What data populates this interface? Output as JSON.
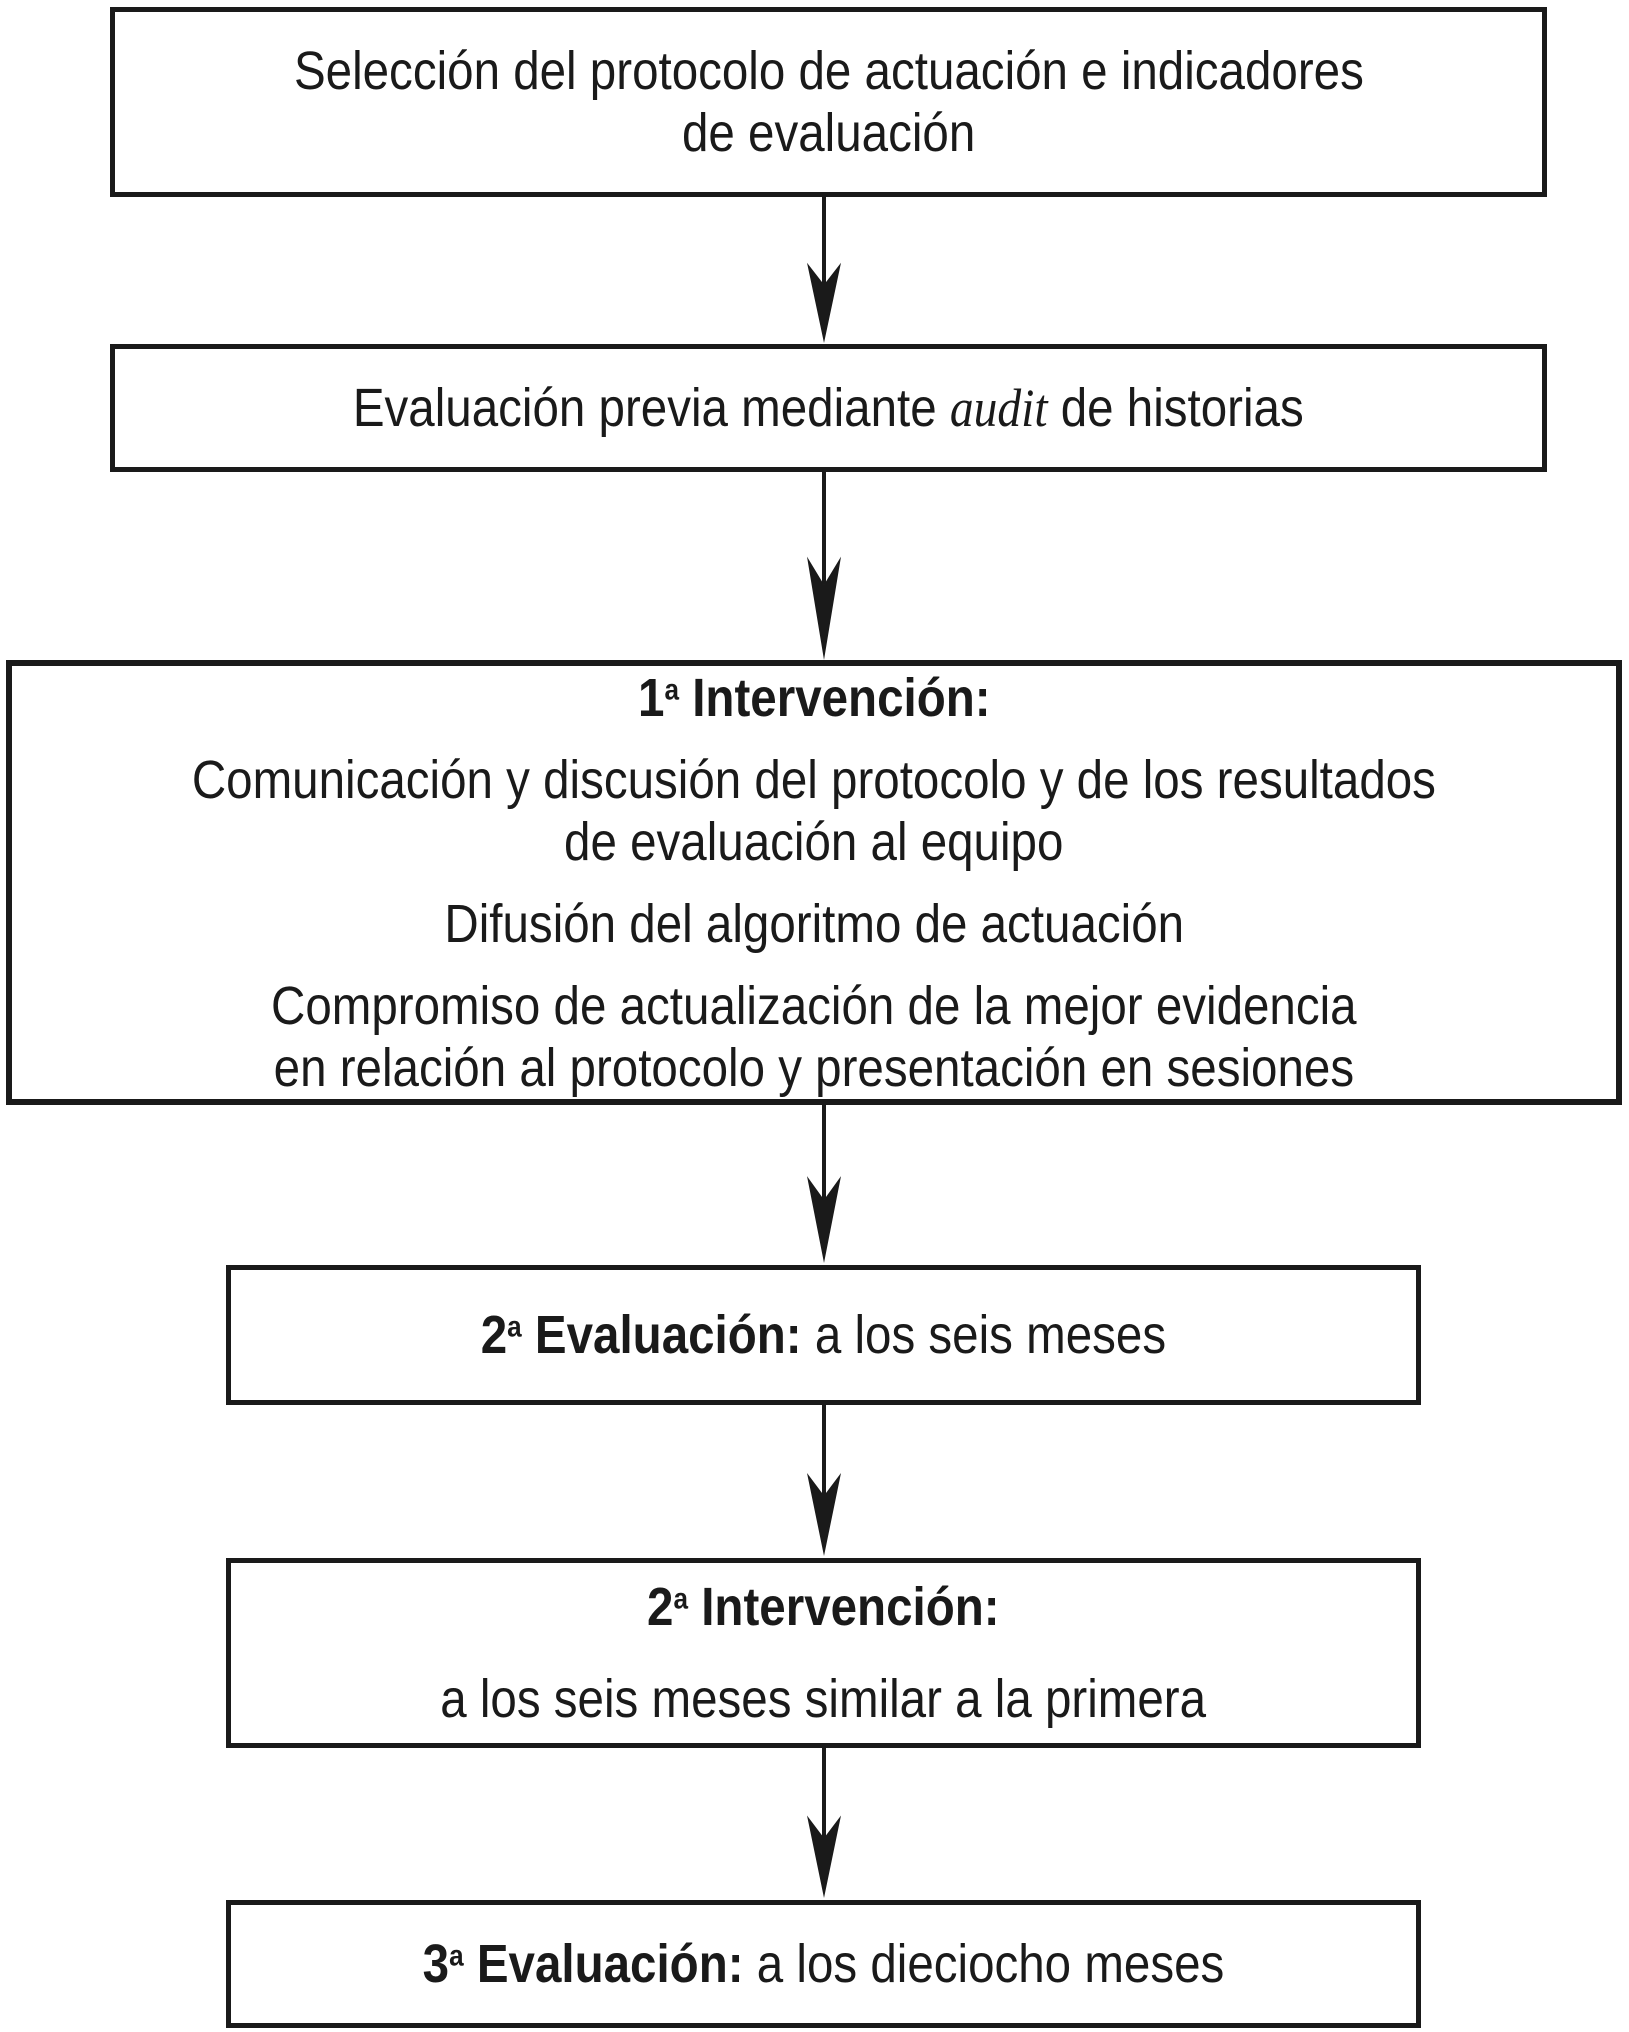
{
  "colors": {
    "background": "#ffffff",
    "ink": "#1a1a1a"
  },
  "steps": {
    "selection": {
      "line1": "Selección del protocolo de actuación e indicadores",
      "line2": "de evaluación"
    },
    "audit": {
      "before": "Evaluación previa mediante ",
      "italic": "audit",
      "after": " de historias"
    },
    "intervention1": {
      "numeral": "1",
      "ordinal": "a",
      "heading": " Intervención:",
      "p1l1": "Comunicación y discusión del protocolo y de los resultados",
      "p1l2": "de evaluación al equipo",
      "p2": "Difusión del algoritmo de actuación",
      "p3l1": "Compromiso de actualización de la mejor evidencia",
      "p3l2": "en relación al protocolo y presentación en sesiones"
    },
    "evaluation2": {
      "numeral": "2",
      "ordinal": "a",
      "heading": " Evaluación:",
      "rest": " a los seis meses"
    },
    "intervention2": {
      "numeral": "2",
      "ordinal": "a",
      "heading": " Intervención:",
      "line2": "a los seis meses similar a la primera"
    },
    "evaluation3": {
      "numeral": "3",
      "ordinal": "a",
      "heading": " Evaluación:",
      "rest": " a los dieciocho meses"
    }
  }
}
